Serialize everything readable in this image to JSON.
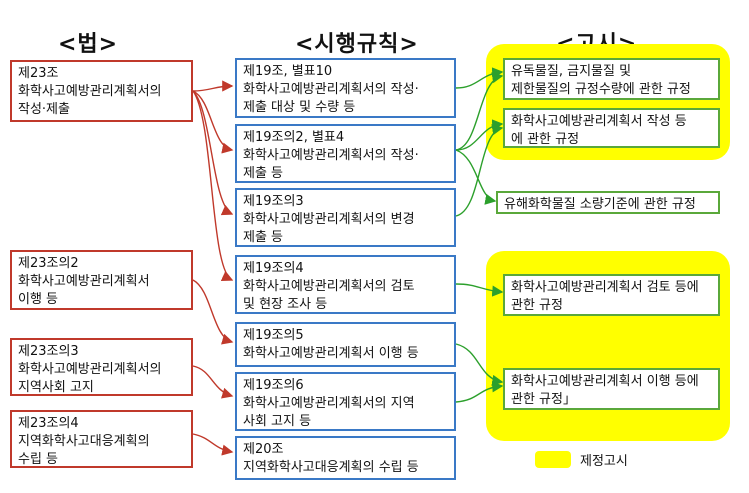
{
  "headers": {
    "law": "<법>",
    "rule": "<시행규칙>",
    "notice": "<고시>"
  },
  "law_boxes": [
    {
      "lines": [
        "제23조",
        "화학사고예방관리계획서의",
        "작성·제출"
      ]
    },
    {
      "lines": [
        "제23조의2",
        "화학사고예방관리계획서",
        "이행 등"
      ]
    },
    {
      "lines": [
        "제23조의3",
        "화학사고예방관리계획서의",
        "지역사회 고지"
      ]
    },
    {
      "lines": [
        "제23조의4",
        "지역화학사고대응계획의",
        "수립 등"
      ]
    }
  ],
  "rule_boxes": [
    {
      "lines": [
        "제19조, 별표10",
        "화학사고예방관리계획서의 작성·",
        "제출 대상 및 수량 등"
      ]
    },
    {
      "lines": [
        "제19조의2, 별표4",
        "화학사고예방관리계획서의 작성·",
        "제출 등"
      ]
    },
    {
      "lines": [
        "제19조의3",
        "화학사고예방관리계획서의 변경",
        "제출 등"
      ]
    },
    {
      "lines": [
        "제19조의4",
        "화학사고예방관리계획서의 검토",
        "및 현장 조사 등"
      ]
    },
    {
      "lines": [
        "제19조의5",
        "화학사고예방관리계획서 이행 등"
      ]
    },
    {
      "lines": [
        "제19조의6",
        "화학사고예방관리계획서의 지역",
        "사회 고지 등"
      ]
    },
    {
      "lines": [
        "제20조",
        "지역화학사고대응계획의 수립 등"
      ]
    }
  ],
  "notice_boxes": [
    {
      "lines": [
        "유독물질, 금지물질 및",
        "제한물질의 규정수량에 관한 규정"
      ],
      "highlighted": true
    },
    {
      "lines": [
        "화학사고예방관리계획서 작성 등",
        "에 관한 규정"
      ],
      "highlighted": true
    },
    {
      "lines": [
        "유해화학물질 소량기준에 관한 규정"
      ],
      "highlighted": false
    },
    {
      "lines": [
        "화학사고예방관리계획서  검토  등에",
        "관한 규정"
      ],
      "highlighted": true
    },
    {
      "lines": [
        "화학사고예방관리계획서  이행  등에",
        "관한 규정」"
      ],
      "highlighted": true
    }
  ],
  "legend": {
    "label": "제정고시",
    "color": "#ffff00"
  },
  "colors": {
    "law_border": "#c0392b",
    "rule_border": "#3a79c6",
    "notice_border": "#5aa83a",
    "law_arrow": "#c0392b",
    "notice_arrow": "#2ca02c",
    "highlight": "#ffff00"
  }
}
